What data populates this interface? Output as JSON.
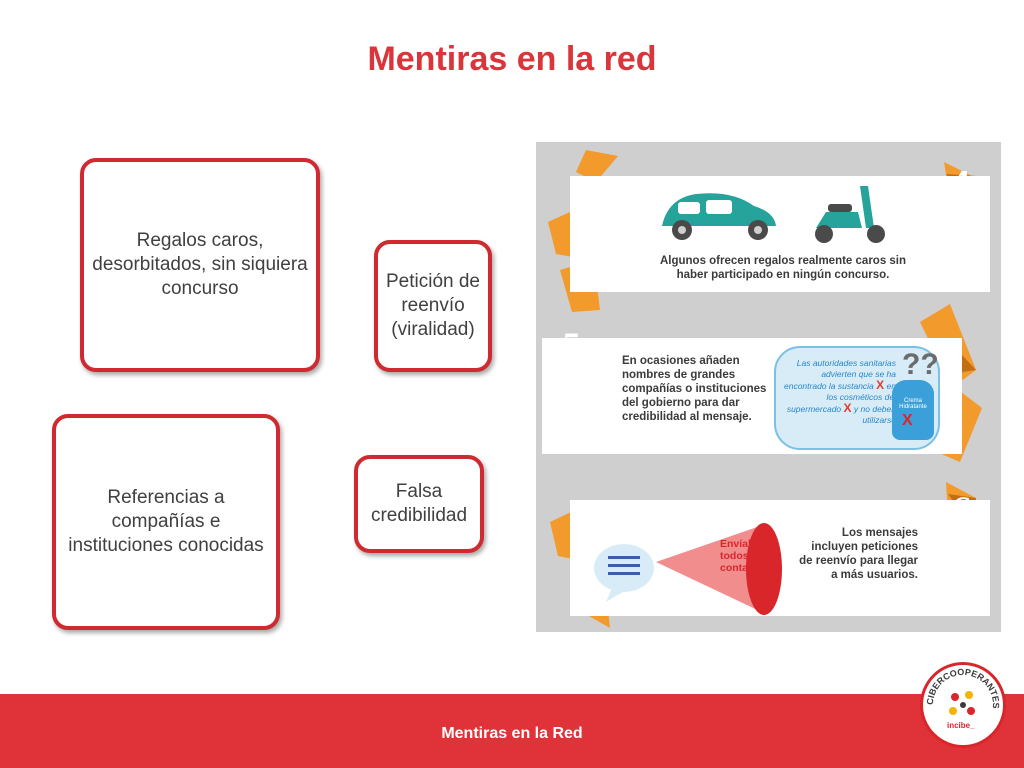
{
  "title": "Mentiras en la red",
  "boxes": {
    "b1": "Regalos caros, desorbitados, sin siquiera concurso",
    "b2": "Petición de reenvío (viralidad)",
    "b3": "Referencias a compañías e instituciones conocidas",
    "b4": "Falsa credibilidad"
  },
  "infographic": {
    "panel4": {
      "number": "4",
      "text": "Algunos ofrecen regalos realmente caros sin haber participado en ningún concurso."
    },
    "panel5": {
      "number": "5",
      "text": "En ocasiones añaden nombres de grandes compañías o instituciones del gobierno para dar credibilidad al mensaje.",
      "bubble_parts": [
        "Las autoridades sanitarias advierten que se ha encontrado la sustancia",
        "X",
        "en los cosméticos del supermercado",
        "X",
        "y no deben utilizarse"
      ],
      "question": "??",
      "bottle_label": "Crema Hidratante",
      "bottle_mark": "X"
    },
    "panel6": {
      "number": "6",
      "text": "Los mensajes incluyen peticiones de reenvío para llegar a más usuarios.",
      "cone_text": "Envíalo a todos tus contactos"
    }
  },
  "footer": {
    "text": "Mentiras en la Red"
  },
  "logo": {
    "ring_text": "CIBERCOOPERANTES",
    "sub_text": "incibe_"
  },
  "colors": {
    "accent": "#d9353a",
    "orange": "#f39a2c",
    "teal": "#26a39a",
    "footer": "#e03239"
  }
}
